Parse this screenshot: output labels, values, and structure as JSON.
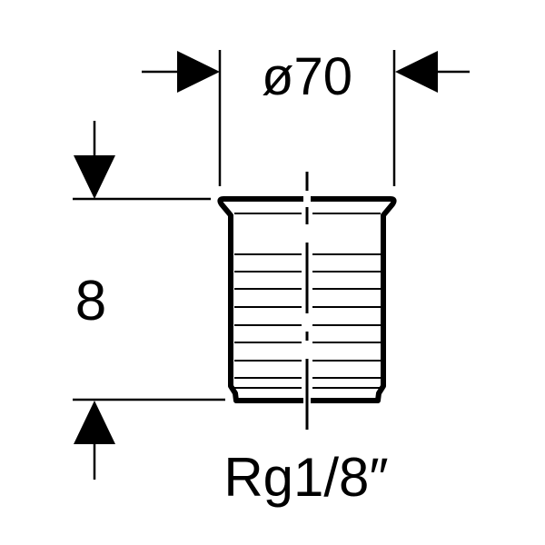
{
  "drawing": {
    "diameter_label": "ø70",
    "height_label": "8",
    "thread_label": "Rg1/8″",
    "line_color": "#000000",
    "background": "#ffffff",
    "thread_line_count": 9
  }
}
